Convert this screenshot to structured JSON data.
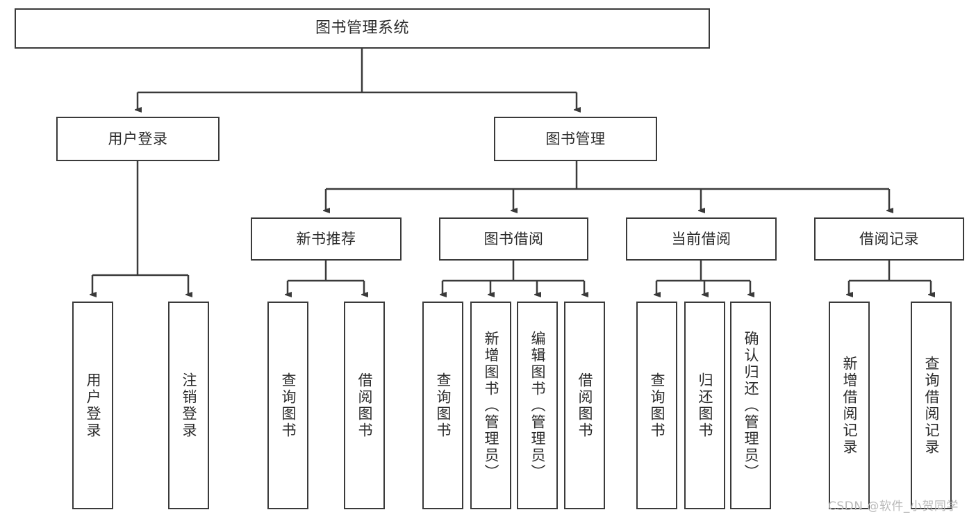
{
  "diagram": {
    "title": "图书管理系统",
    "type": "tree-hierarchy-diagram",
    "box_border_color": "#3a3a3a",
    "box_fill_color": "#ffffff",
    "connector_color": "#3a3a3a",
    "background_color": "#ffffff"
  },
  "nodes": {
    "root": {
      "label": "图书管理系统"
    },
    "level2": [
      {
        "label": "用户登录"
      },
      {
        "label": "图书管理"
      }
    ],
    "level3": [
      {
        "label": "新书推荐"
      },
      {
        "label": "图书借阅"
      },
      {
        "label": "当前借阅"
      },
      {
        "label": "借阅记录"
      }
    ],
    "leaves": {
      "user_login": [
        {
          "label": "用户登录"
        },
        {
          "label": "注销登录"
        }
      ],
      "new_book_recommend": [
        {
          "label": "查询图书"
        },
        {
          "label": "借阅图书"
        }
      ],
      "book_borrow": [
        {
          "label": "查询图书"
        },
        {
          "label": "新增图书（管理员）"
        },
        {
          "label": "编辑图书（管理员）"
        },
        {
          "label": "借阅图书"
        }
      ],
      "current_borrow": [
        {
          "label": "查询图书"
        },
        {
          "label": "归还图书"
        },
        {
          "label": "确认归还（管理员）"
        }
      ],
      "borrow_record": [
        {
          "label": "新增借阅记录"
        },
        {
          "label": "查询借阅记录"
        }
      ]
    }
  },
  "watermark": {
    "text": "CSDN @软件_小贺同学"
  }
}
